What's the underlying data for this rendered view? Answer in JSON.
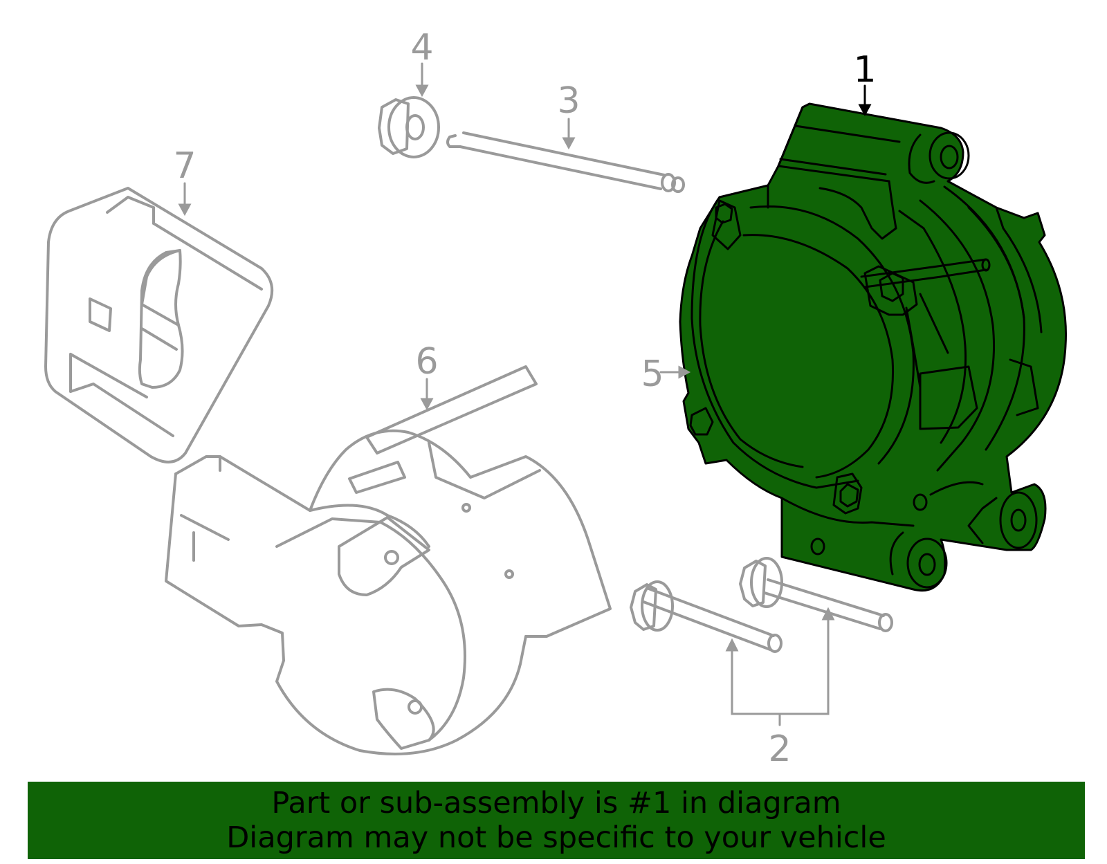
{
  "callouts": {
    "c1": "1",
    "c2": "2",
    "c3": "3",
    "c4": "4",
    "c5": "5",
    "c6": "6",
    "c7": "7"
  },
  "banner": {
    "line1": "Part or sub-assembly is #1 in diagram",
    "line2": "Diagram may not be specific to your vehicle"
  },
  "colors": {
    "highlight": "#0f6306",
    "line_gray": "#9a9a9a",
    "banner_bg": "#0f6306"
  }
}
